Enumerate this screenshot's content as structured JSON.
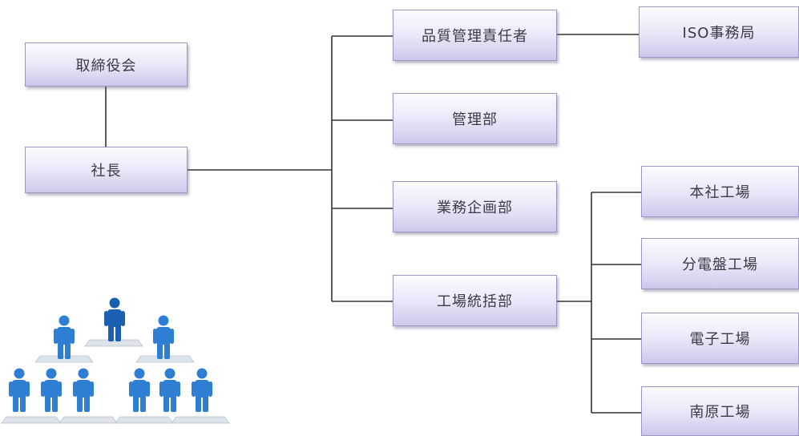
{
  "org": {
    "board": "取締役会",
    "president": "社長",
    "quality_manager": "品質管理責任者",
    "iso_office": "ISO事務局",
    "admin_dept": "管理部",
    "planning_dept": "業務企画部",
    "factory_dept": "工場統括部",
    "factories": [
      "本社工場",
      "分電盤工場",
      "電子工場",
      "南原工場"
    ]
  },
  "colors": {
    "box_border": "#9d95c4",
    "box_fill_top": "#fbfbff",
    "box_fill_bottom": "#cdc8ec",
    "line": "#333333",
    "people": "#2e7fd4",
    "people_center": "#1a5fb0"
  },
  "icons": [
    "people-group-icon"
  ]
}
